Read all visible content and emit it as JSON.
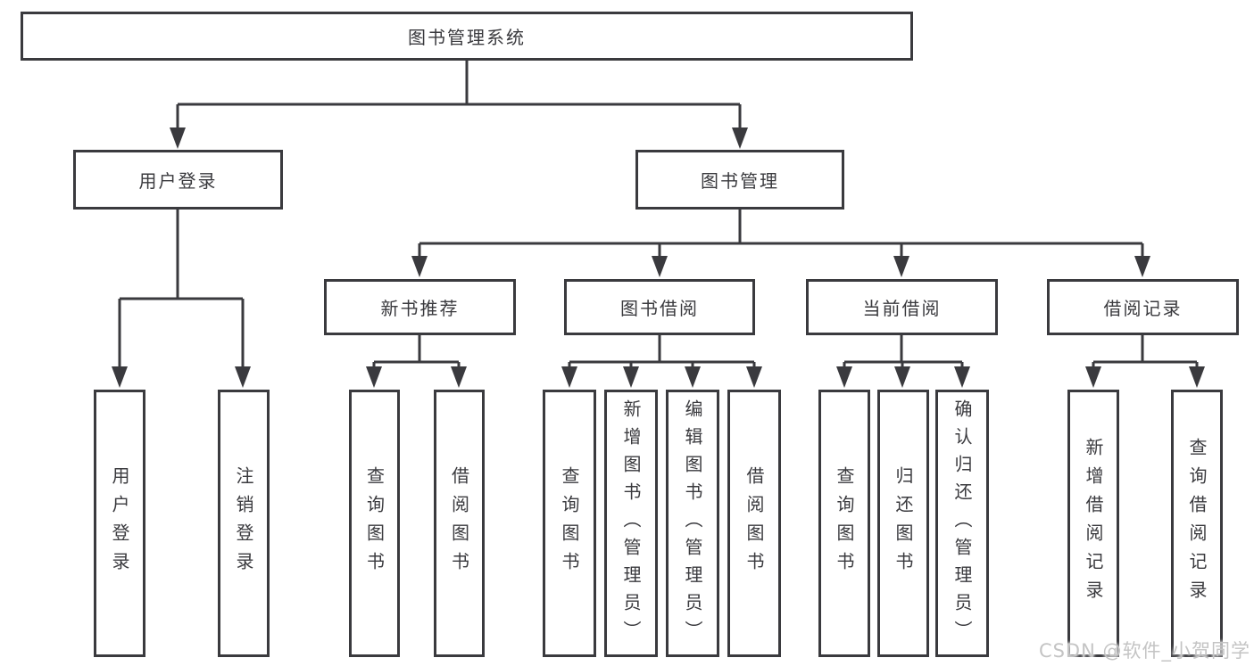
{
  "colors": {
    "line": "#3a3a3e",
    "box_border": "#3a3a3e",
    "box_background": "#ffffff",
    "text": "#3a3a3e",
    "watermark_text": "#c4c4c4"
  },
  "tree": {
    "root": {
      "label": "图书管理系统"
    },
    "branches": [
      {
        "label": "用户登录",
        "children": [
          {
            "label": "用户登录"
          },
          {
            "label": "注销登录"
          }
        ]
      },
      {
        "label": "图书管理",
        "groups": [
          {
            "label": "新书推荐",
            "children": [
              {
                "label": "查询图书"
              },
              {
                "label": "借阅图书"
              }
            ]
          },
          {
            "label": "图书借阅",
            "children": [
              {
                "label": "查询图书"
              },
              {
                "label": "新增图书（管理员）"
              },
              {
                "label": "编辑图书（管理员）"
              },
              {
                "label": "借阅图书"
              }
            ]
          },
          {
            "label": "当前借阅",
            "children": [
              {
                "label": "查询图书"
              },
              {
                "label": "归还图书"
              },
              {
                "label": "确认归还（管理员）"
              }
            ]
          },
          {
            "label": "借阅记录",
            "children": [
              {
                "label": "新增借阅记录"
              },
              {
                "label": "查询借阅记录"
              }
            ]
          }
        ]
      }
    ]
  },
  "watermark": {
    "text": "CSDN @软件_小贺同学"
  }
}
